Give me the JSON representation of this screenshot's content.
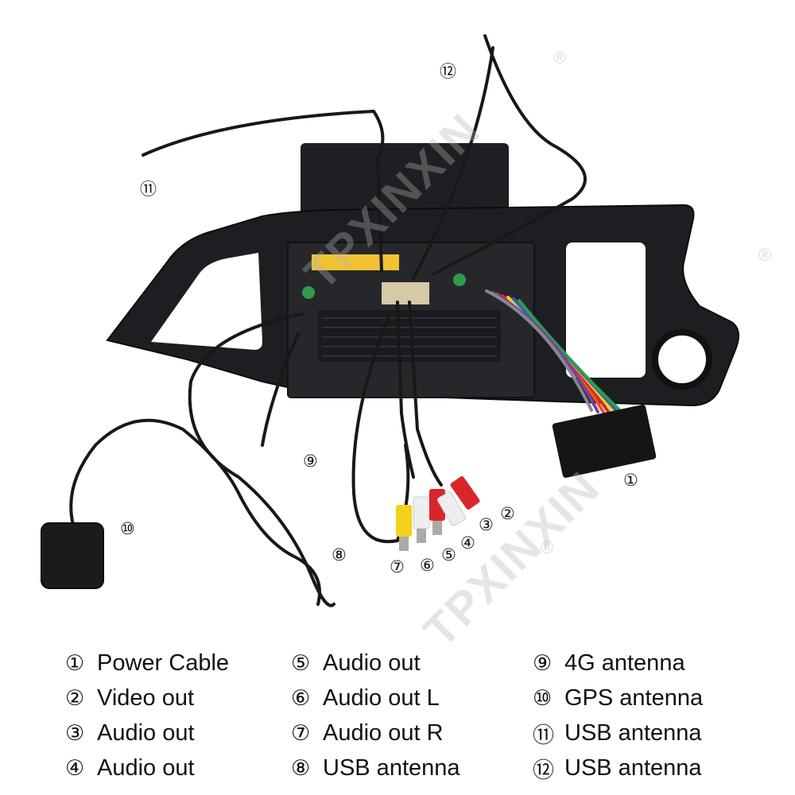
{
  "watermark": {
    "brand": "TPXINXIN",
    "reg": "®"
  },
  "callouts": [
    {
      "num": "①"
    },
    {
      "num": "②"
    },
    {
      "num": "③"
    },
    {
      "num": "④"
    },
    {
      "num": "⑤"
    },
    {
      "num": "⑥"
    },
    {
      "num": "⑦"
    },
    {
      "num": "⑧"
    },
    {
      "num": "⑨"
    },
    {
      "num": "⑩"
    },
    {
      "num": "⑪"
    },
    {
      "num": "⑫"
    }
  ],
  "legend": {
    "col1": [
      {
        "num": "①",
        "label": "Power Cable"
      },
      {
        "num": "②",
        "label": "Video out"
      },
      {
        "num": "③",
        "label": "Audio out"
      },
      {
        "num": "④",
        "label": "Audio out"
      }
    ],
    "col2": [
      {
        "num": "⑤",
        "label": "Audio out"
      },
      {
        "num": "⑥",
        "label": "Audio out L"
      },
      {
        "num": "⑦",
        "label": "Audio out R"
      },
      {
        "num": "⑧",
        "label": "USB antenna"
      }
    ],
    "col3": [
      {
        "num": "⑨",
        "label": "4G antenna"
      },
      {
        "num": "⑩",
        "label": "GPS antenna"
      },
      {
        "num": "⑪",
        "label": "USB antenna"
      },
      {
        "num": "⑫",
        "label": "USB antenna"
      }
    ]
  },
  "colors": {
    "panel": "#1d1e22",
    "cable": "#18181a",
    "rca_red": "#d8262a",
    "rca_white": "#eeeeee",
    "rca_yellow": "#f2d21b"
  }
}
